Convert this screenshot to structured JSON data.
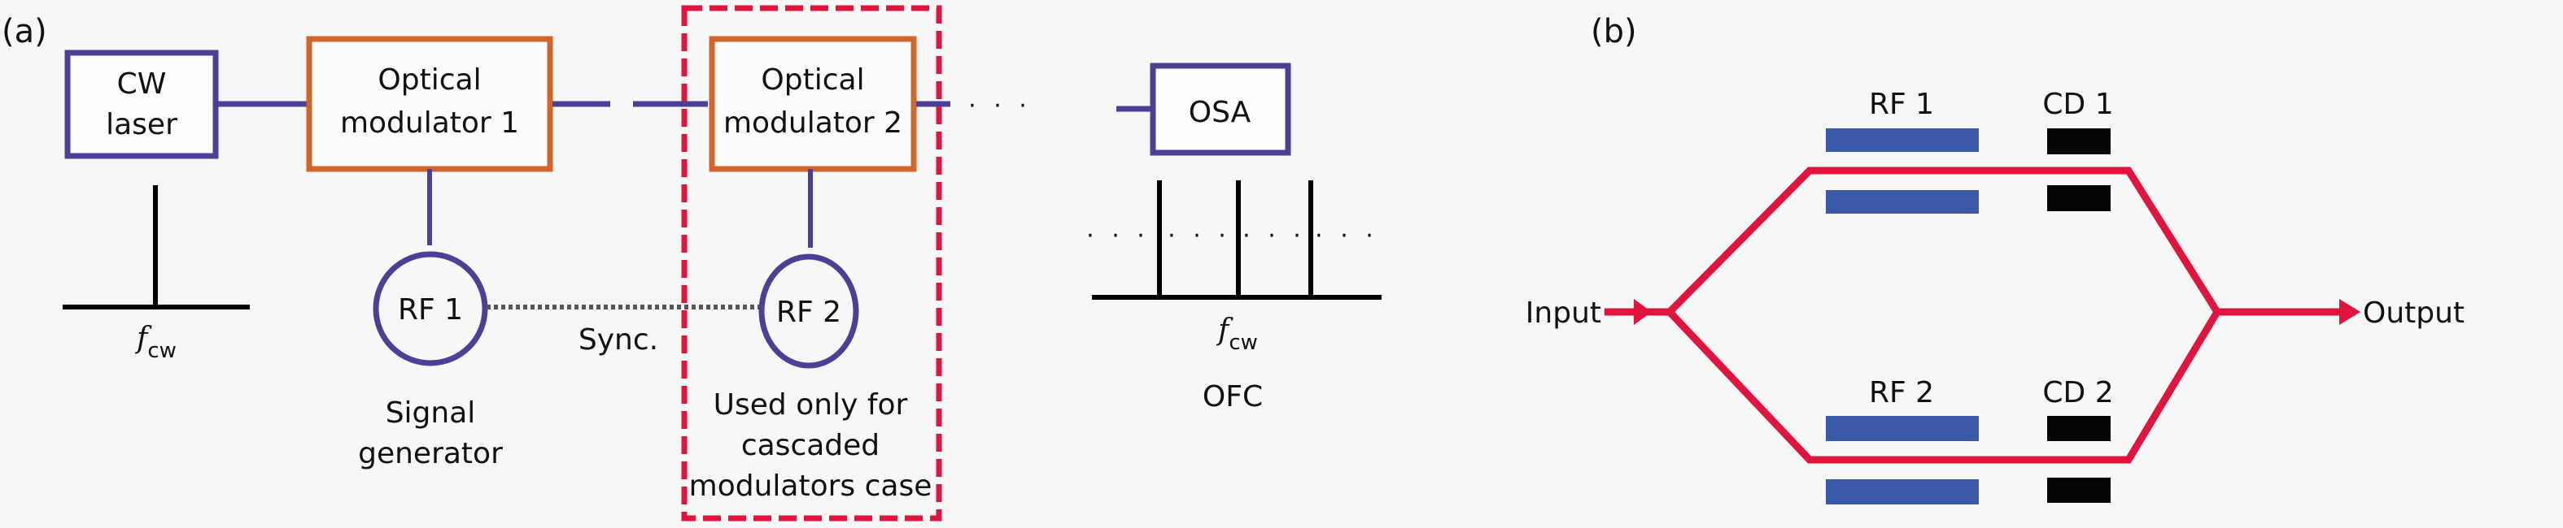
{
  "colors": {
    "background": "#f7f7f7",
    "laser_box": "#4b3f96",
    "modulator_box": "#d4652a",
    "fiber_line": "#4b3f96",
    "rf_circle": "#4b3f96",
    "highlight_dash": "#e0143c",
    "waveguide": "#e0143c",
    "rf_electrode": "#3a5aa8",
    "cd_block": "#050505",
    "spectrum": "#000000"
  },
  "panel_a": {
    "label": "(a)",
    "cw_laser": {
      "line1": "CW",
      "line2": "laser"
    },
    "modulator1": {
      "line1": "Optical",
      "line2": "modulator 1"
    },
    "modulator2": {
      "line1": "Optical",
      "line2": "modulator 2"
    },
    "osa": "OSA",
    "rf1": "RF 1",
    "rf2": "RF 2",
    "sync": "Sync.",
    "signal_generator": {
      "line1": "Signal",
      "line2": "generator"
    },
    "cascaded_note": {
      "line1": "Used only for",
      "line2": "cascaded",
      "line3": "modulators case"
    },
    "cw_spectrum": {
      "symbol": "f",
      "subscript": "cw"
    },
    "ofc_spectrum": {
      "symbol": "f",
      "subscript": "cw",
      "caption": "OFC",
      "comb_lines": 3,
      "ellipsis": "· · ·"
    },
    "ellipsis": "· · ·"
  },
  "panel_b": {
    "label": "(b)",
    "input": "Input",
    "output": "Output",
    "upper_arm": {
      "rf": "RF 1",
      "cd": "CD 1"
    },
    "lower_arm": {
      "rf": "RF 2",
      "cd": "CD 2"
    }
  }
}
